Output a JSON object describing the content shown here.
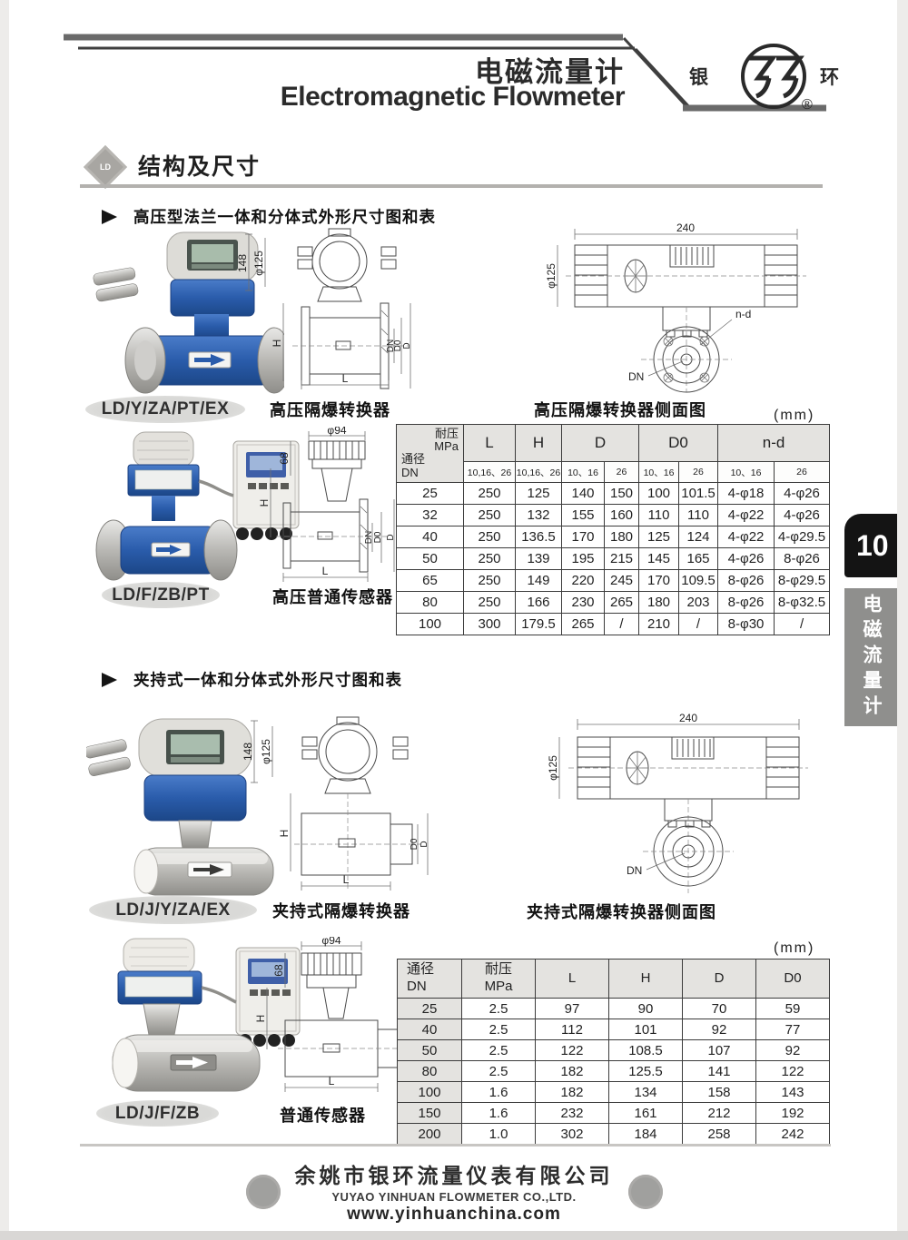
{
  "header": {
    "title_cn": "电磁流量计",
    "title_en": "Electromagnetic Flowmeter",
    "logo_left": "银",
    "logo_right": "环",
    "logo_reg": "®"
  },
  "sidebar": {
    "chapter": "10",
    "label": "电磁流量计"
  },
  "section": {
    "badge": "LD",
    "title": "结构及尺寸"
  },
  "sub1": {
    "title": "高压型法兰一体和分体式外形尺寸图和表"
  },
  "sub2": {
    "title": "夹持式一体和分体式外形尺寸图和表"
  },
  "unit": "(mm)",
  "models": {
    "m1": "LD/Y/ZA/PT/EX",
    "m2": "LD/F/ZB/PT",
    "m3": "LD/J/Y/ZA/EX",
    "m4": "LD/J/F/ZB"
  },
  "captions": {
    "c1": "高压隔爆转换器",
    "c1s": "高压隔爆转换器侧面图",
    "c2": "高压普通传感器",
    "c3": "夹持式隔爆转换器",
    "c3s": "夹持式隔爆转换器侧面图",
    "c4": "普通传感器"
  },
  "dims": {
    "d148": "148",
    "d125": "φ125",
    "d240": "240",
    "d94": "φ94",
    "d68": "68",
    "H": "H",
    "L": "L",
    "D": "D",
    "D0": "D0",
    "DN": "DN",
    "nd": "n-d"
  },
  "table1": {
    "corner_top": "耐压",
    "corner_top2": "MPa",
    "corner_bottom": "通径",
    "corner_bottom2": "DN",
    "groups": [
      "L",
      "H",
      "D",
      "D0",
      "n-d"
    ],
    "subheaders": [
      "10,16、26",
      "10,16、26",
      "10、16",
      "26",
      "10、16",
      "26",
      "10、16",
      "26"
    ],
    "rows": [
      [
        "25",
        "250",
        "125",
        "140",
        "150",
        "100",
        "101.5",
        "4-φ18",
        "4-φ26"
      ],
      [
        "32",
        "250",
        "132",
        "155",
        "160",
        "110",
        "110",
        "4-φ22",
        "4-φ26"
      ],
      [
        "40",
        "250",
        "136.5",
        "170",
        "180",
        "125",
        "124",
        "4-φ22",
        "4-φ29.5"
      ],
      [
        "50",
        "250",
        "139",
        "195",
        "215",
        "145",
        "165",
        "4-φ26",
        "8-φ26"
      ],
      [
        "65",
        "250",
        "149",
        "220",
        "245",
        "170",
        "109.5",
        "8-φ26",
        "8-φ29.5"
      ],
      [
        "80",
        "250",
        "166",
        "230",
        "265",
        "180",
        "203",
        "8-φ26",
        "8-φ32.5"
      ],
      [
        "100",
        "300",
        "179.5",
        "265",
        "/",
        "210",
        "/",
        "8-φ30",
        "/"
      ]
    ]
  },
  "table2": {
    "headers_line1": [
      "通径",
      "耐压",
      "L",
      "H",
      "D",
      "D0"
    ],
    "headers_line2": [
      "DN",
      "MPa",
      "",
      "",
      "",
      ""
    ],
    "rows": [
      [
        "25",
        "2.5",
        "97",
        "90",
        "70",
        "59"
      ],
      [
        "40",
        "2.5",
        "112",
        "101",
        "92",
        "77"
      ],
      [
        "50",
        "2.5",
        "122",
        "108.5",
        "107",
        "92"
      ],
      [
        "80",
        "2.5",
        "182",
        "125.5",
        "141",
        "122"
      ],
      [
        "100",
        "1.6",
        "182",
        "134",
        "158",
        "143"
      ],
      [
        "150",
        "1.6",
        "232",
        "161",
        "212",
        "192"
      ],
      [
        "200",
        "1.0",
        "302",
        "184",
        "258",
        "242"
      ]
    ]
  },
  "footer": {
    "company_cn": "余姚市银环流量仪表有限公司",
    "company_en": "YUYAO YINHUAN FLOWMETER CO.,LTD.",
    "website": "www.yinhuanchina.com"
  }
}
